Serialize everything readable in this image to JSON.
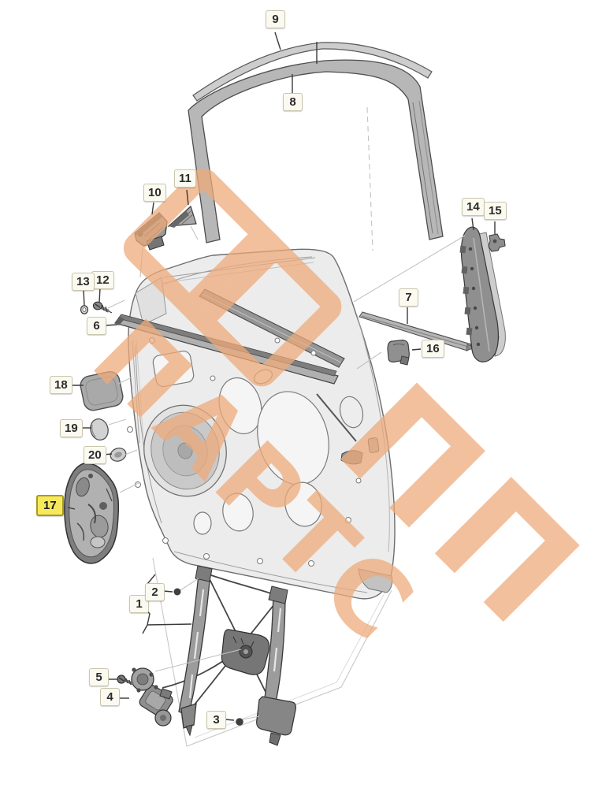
{
  "diagram": {
    "type": "exploded-parts-diagram",
    "subject": "Car front door: window frame trims, belt moldings, window regulator, motor and fittings",
    "label_bg": "#fbfaf0",
    "highlight_color": "#f6e95c",
    "highlight_border": "#a99a1f",
    "line_color": "#3a3a3a",
    "watermark": {
      "letters": "ПАРТС",
      "glyphs": "ПП",
      "color": "#eeab7a"
    },
    "parts": [
      {
        "num": "1"
      },
      {
        "num": "2"
      },
      {
        "num": "3"
      },
      {
        "num": "4"
      },
      {
        "num": "5"
      },
      {
        "num": "6"
      },
      {
        "num": "7"
      },
      {
        "num": "8"
      },
      {
        "num": "9"
      },
      {
        "num": "10"
      },
      {
        "num": "11"
      },
      {
        "num": "12"
      },
      {
        "num": "13"
      },
      {
        "num": "14"
      },
      {
        "num": "15"
      },
      {
        "num": "16"
      },
      {
        "num": "17"
      },
      {
        "num": "18"
      },
      {
        "num": "19"
      },
      {
        "num": "20"
      }
    ]
  }
}
